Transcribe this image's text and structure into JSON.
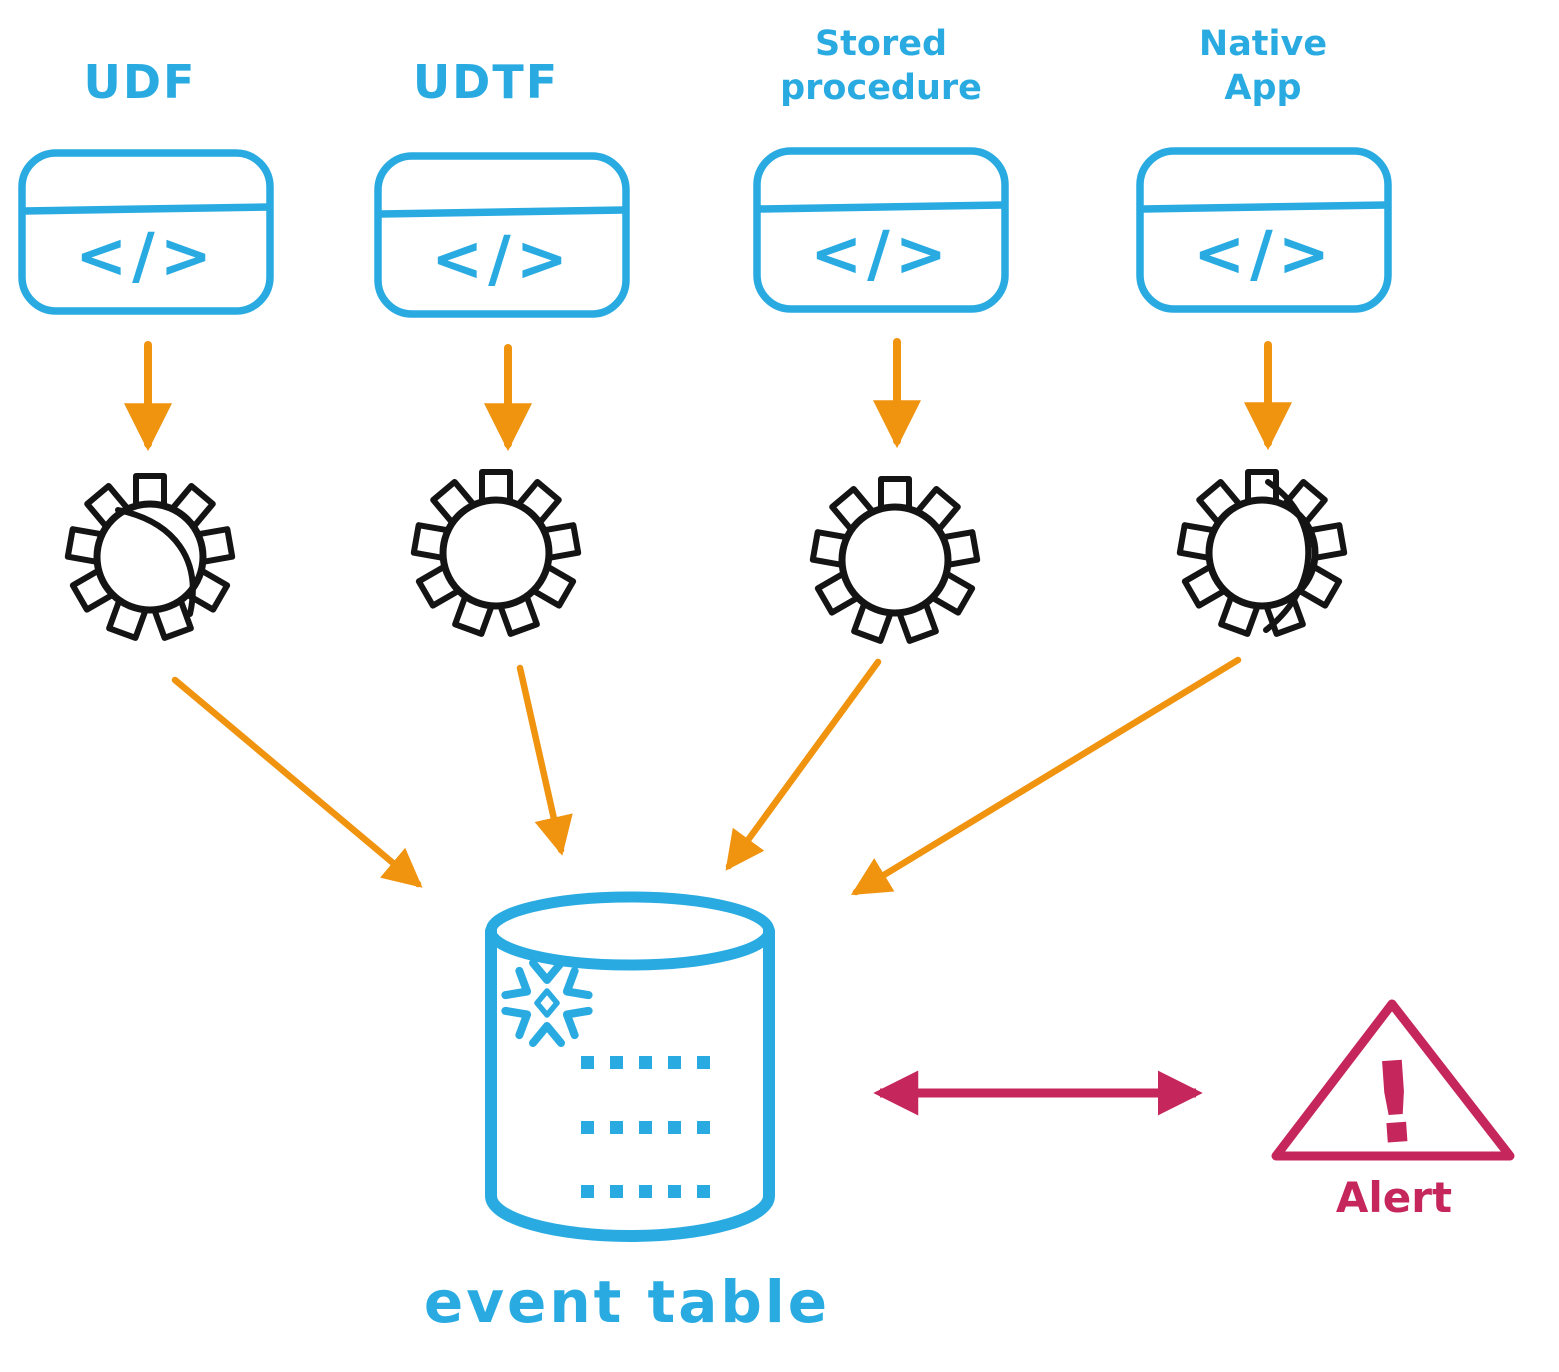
{
  "sources": [
    {
      "label": "UDF"
    },
    {
      "label": "UDTF"
    },
    {
      "label": "Stored\nprocedure"
    },
    {
      "label": "Native\nApp"
    }
  ],
  "code_glyph": "</>",
  "event_table": {
    "label": "event table"
  },
  "alert": {
    "label": "Alert",
    "glyph": "!"
  },
  "icons": {
    "code_window": "code-window-icon",
    "process": "gear-icon",
    "snowflake": "snowflake-icon",
    "database": "database-cylinder-icon",
    "warning": "warning-triangle-icon"
  },
  "colors": {
    "blue": "#29ABE2",
    "orange": "#F0930F",
    "crimson": "#C5265C",
    "gear_black": "#141414",
    "background": "#FFFFFF"
  }
}
